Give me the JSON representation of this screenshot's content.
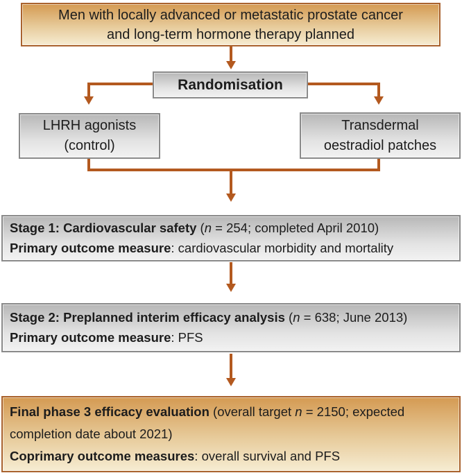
{
  "colors": {
    "arrow": "#b3591f",
    "orange_box_border": "#a9622e",
    "orange_box_top": "#d49a52",
    "orange_box_bottom": "#f6ecd2",
    "gray_box_border": "#8a8a8a",
    "gray_box_top": "#b7b7b7",
    "gray_box_bottom": "#f2f2f2",
    "text": "#1c1c1c"
  },
  "eligibility_box": {
    "line1": "Men with locally advanced or metastatic prostate cancer",
    "line2": "and long-term hormone therapy planned"
  },
  "randomisation_box": {
    "label": "Randomisation"
  },
  "control_arm_box": {
    "line1": "LHRH agonists",
    "line2": "(control)"
  },
  "treatment_arm_box": {
    "line1": "Transdermal",
    "line2": "oestradiol patches"
  },
  "stage1_box": {
    "title_bold": "Stage 1: Cardiovascular safety",
    "title_pre_n": " (",
    "n_italic": "n",
    "title_post_n": " = 254; completed April 2010)",
    "outcome_bold": "Primary outcome measure",
    "outcome_rest": ": cardiovascular morbidity and mortality"
  },
  "stage2_box": {
    "title_bold": "Stage 2: Preplanned interim efficacy analysis",
    "title_pre_n": " (",
    "n_italic": "n",
    "title_post_n": " = 638; June 2013)",
    "outcome_bold": "Primary outcome measure",
    "outcome_rest": ": PFS"
  },
  "final_box": {
    "title_bold": "Final phase 3 efficacy evaluation",
    "title_pre_n": " (overall target ",
    "n_italic": "n",
    "title_post_n": " = 2150; expected",
    "title_line2": "completion date about 2021)",
    "outcome_bold": "Coprimary outcome measures",
    "outcome_rest": ": overall survival and PFS"
  }
}
